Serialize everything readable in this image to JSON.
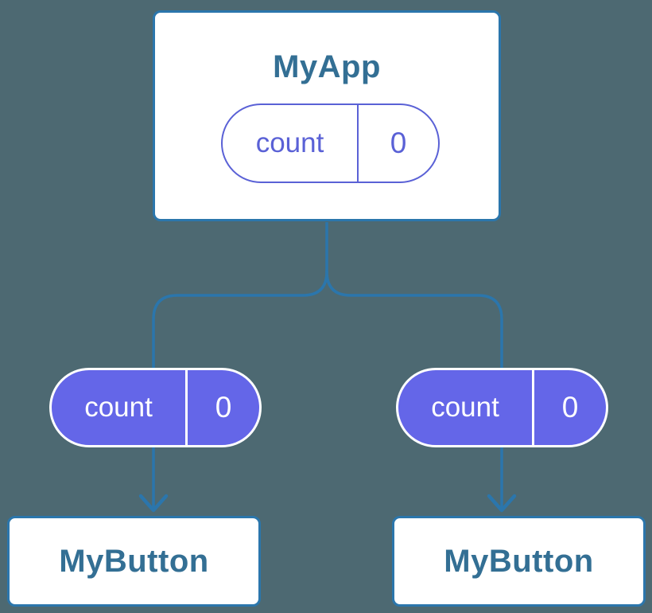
{
  "diagram": {
    "description": "Component tree: parent with lifted state passed to two children",
    "root": {
      "title": "MyApp",
      "state": {
        "label": "count",
        "value": "0"
      }
    },
    "children": [
      {
        "title": "MyButton",
        "state": {
          "label": "count",
          "value": "0"
        }
      },
      {
        "title": "MyButton",
        "state": {
          "label": "count",
          "value": "0"
        }
      }
    ],
    "colors": {
      "background": "#4D6972",
      "connector_blue": "#2B76AC",
      "node_border_blue": "#2B76AC",
      "node_text_blue": "#336F94",
      "node_fill": "#FFFFFF",
      "state_outline_purple": "#5A61D6",
      "state_fill_purple": "#6466E8",
      "state_fill_text": "#FFFFFF"
    }
  }
}
